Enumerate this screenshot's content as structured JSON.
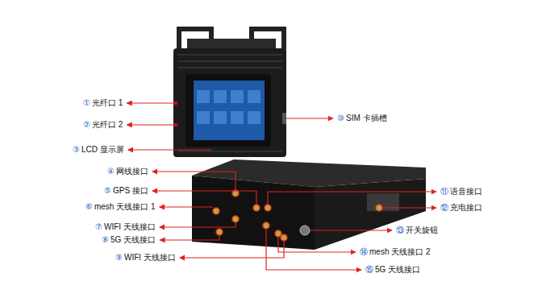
{
  "diagram": {
    "labels": [
      "①",
      "光纤口 1",
      "②",
      "光纤口 2",
      "③",
      "LCD 显示屏",
      "④",
      "网线接口",
      "⑤",
      "GPS 接口",
      "⑥",
      "mesh 天线接口 1",
      "⑦",
      "WIFI 天线接口",
      "⑧",
      "5G 天线接口",
      "⑨",
      "WIFI 天线接口",
      "⑩",
      "SIM 卡插槽",
      "⑪",
      "语音接口",
      "⑫",
      "充电接口",
      "⑬",
      "开关旋钮",
      "⑭",
      "mesh 天线接口 2",
      "⑮",
      "5G 天线接口"
    ]
  }
}
